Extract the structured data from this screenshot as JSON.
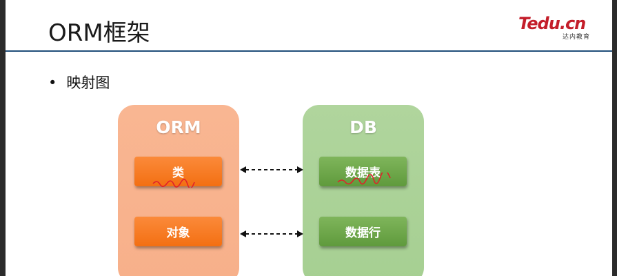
{
  "slide": {
    "title": "ORM框架",
    "logo_main": "Tedu.cn",
    "logo_sub": "达内教育",
    "bullet": "映射图"
  },
  "diagram": {
    "left_panel": {
      "title": "ORM",
      "items": [
        "类",
        "对象"
      ]
    },
    "right_panel": {
      "title": "DB",
      "items": [
        "数据表",
        "数据行"
      ]
    },
    "colors": {
      "left_panel_bg": "#f9b692",
      "left_item_bg": "#f47a22",
      "right_panel_bg": "#a9d196",
      "right_item_bg": "#6ca647",
      "annotation": "#e0212a"
    }
  }
}
